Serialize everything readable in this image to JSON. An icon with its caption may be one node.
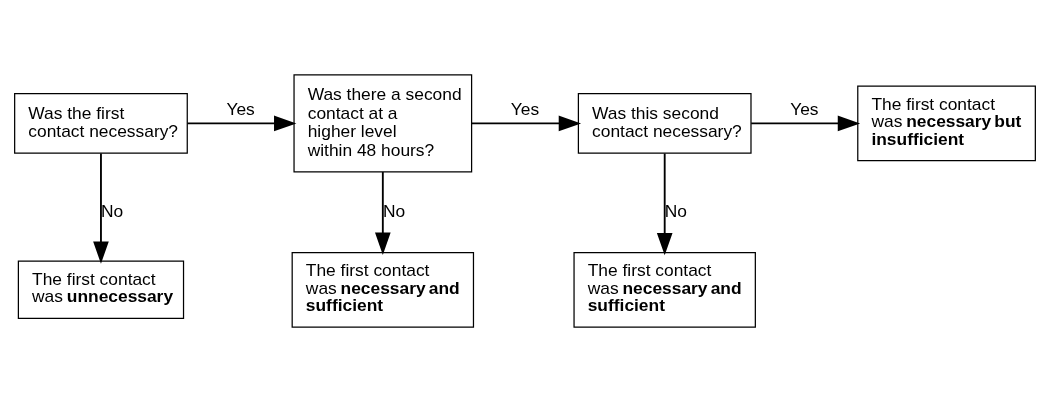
{
  "diagram": {
    "nodes": [
      {
        "text": [
          "Was the first contact necessary?"
        ]
      },
      {
        "text": [
          "Was there a second contact at a higher level within 48 hours?"
        ]
      },
      {
        "text": [
          "Was this second contact necessary?"
        ]
      },
      {
        "text": [
          "The first contact was **necessary but insufficient**"
        ]
      },
      {
        "text": [
          "The first contact was **unnecessary**"
        ]
      },
      {
        "text": [
          "The first contact was **necessary and sufficient**"
        ]
      },
      {
        "text": [
          "The first contact was **necessary and sufficient**"
        ]
      }
    ],
    "edges": [
      {
        "from": 0,
        "to": 1,
        "arrow": "to",
        "label": "Yes"
      },
      {
        "from": 1,
        "to": 2,
        "arrow": "to",
        "label": "Yes"
      },
      {
        "from": 2,
        "to": 3,
        "arrow": "to",
        "label": "Yes"
      },
      {
        "from": 0,
        "to": 4,
        "arrow": "to",
        "label": "No"
      },
      {
        "from": 1,
        "to": 5,
        "arrow": "to",
        "label": "No"
      },
      {
        "from": 2,
        "to": 6,
        "arrow": "to",
        "label": "No"
      }
    ]
  }
}
